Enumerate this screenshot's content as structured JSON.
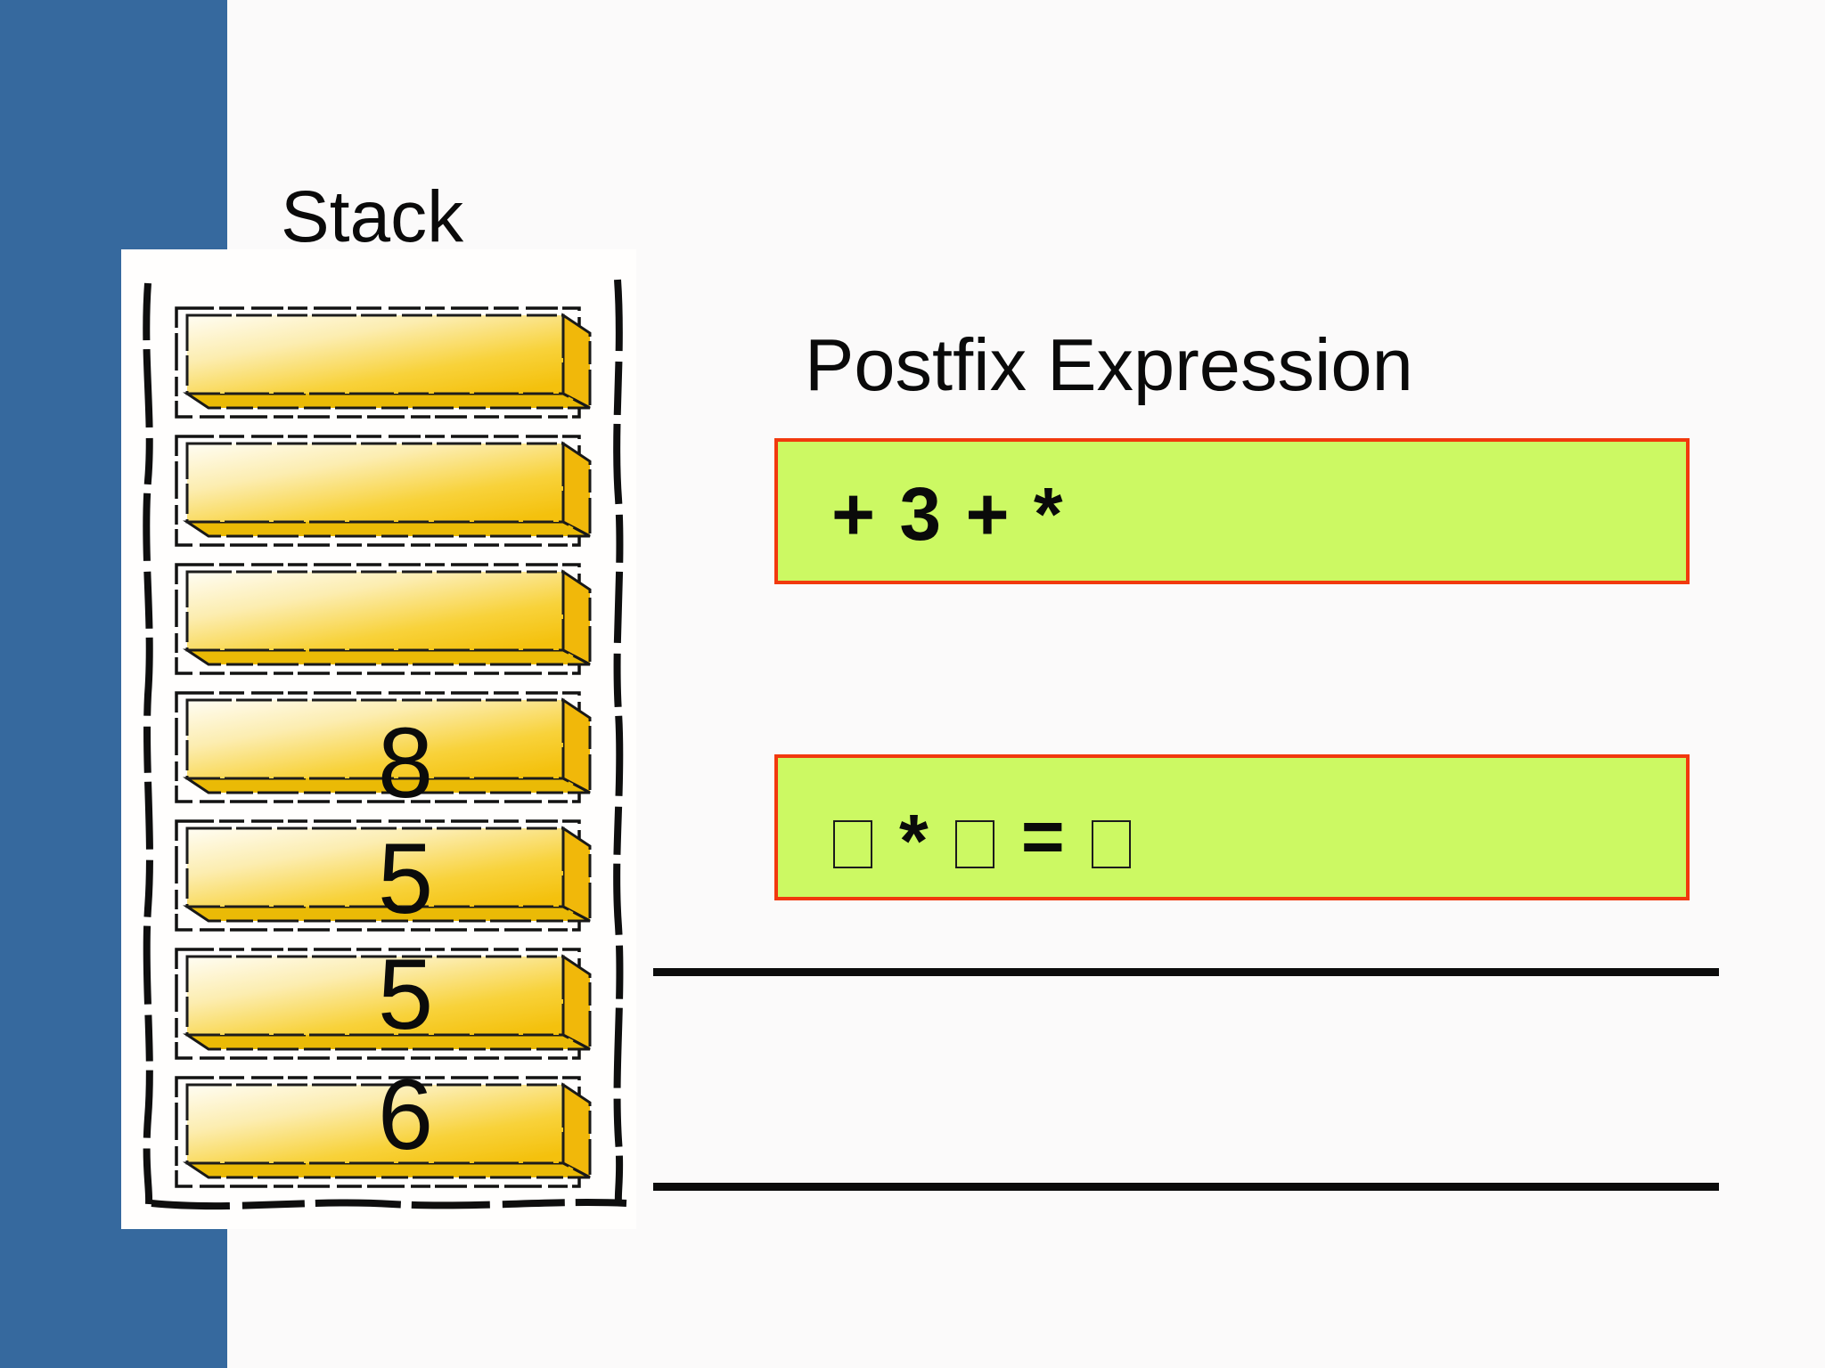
{
  "page": {
    "background": "#fbfafa",
    "accent_blue": "#36699e"
  },
  "stack_section": {
    "label": "Stack",
    "slots": [
      {
        "value": ""
      },
      {
        "value": ""
      },
      {
        "value": ""
      },
      {
        "value": "8"
      },
      {
        "value": "5"
      },
      {
        "value": "5"
      },
      {
        "value": "6"
      }
    ],
    "slot_colors": {
      "gold_light": "#fffdf4",
      "gold_mid": "#f8d23a",
      "gold_deep": "#f4c10d",
      "lip": "#eaba06",
      "side": "#f1b80a",
      "ink": "#141414"
    }
  },
  "postfix_section": {
    "title": "Postfix Expression",
    "expression_box": {
      "text": "+ 3 + *",
      "fill": "#ccf963",
      "border": "#f1390d"
    },
    "equation_box": {
      "display_text": "□ * □ = □",
      "operator": "*",
      "equals_sign": "=",
      "fill": "#ccf963",
      "border": "#f1390d"
    },
    "rule_color": "#0c0c0c"
  }
}
